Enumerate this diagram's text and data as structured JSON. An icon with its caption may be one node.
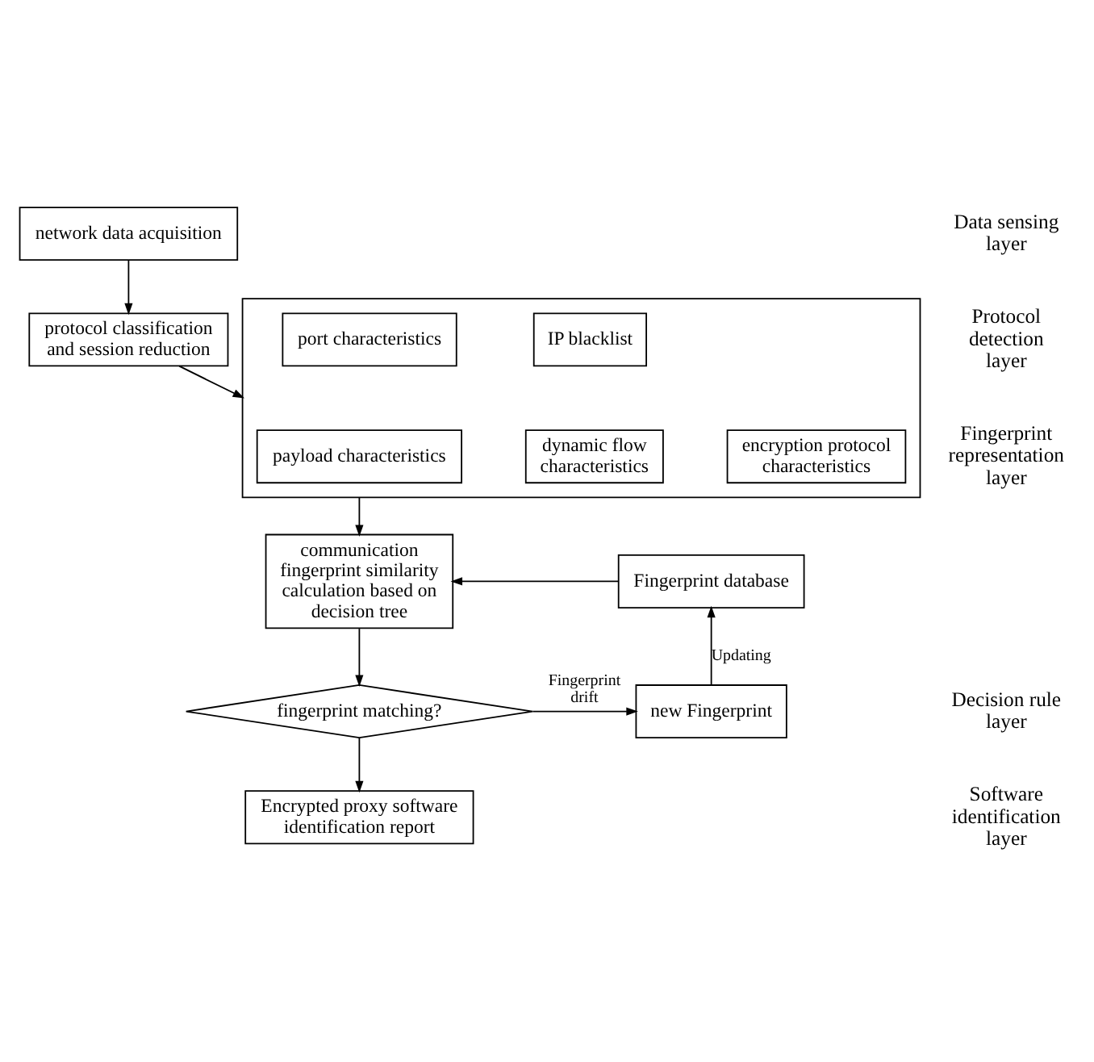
{
  "diagram": {
    "nodes": [
      {
        "text": [
          "network data acquisition"
        ]
      },
      {
        "text": [
          "protocol classification and session reduction"
        ]
      },
      {
        "text": [],
        "shape": "box"
      },
      {
        "text": [
          "port characteristics"
        ],
        "in": 2
      },
      {
        "text": [
          "IP blacklist"
        ],
        "in": 2
      },
      {
        "text": [
          "payload characteristics"
        ],
        "in": 2
      },
      {
        "text": [
          "dynamic flow characteristics"
        ],
        "in": 2
      },
      {
        "text": [
          "encryption protocol characteristics"
        ],
        "in": 2
      },
      {
        "text": [
          "communication fingerprint similarity calculation based on decision tree"
        ]
      },
      {
        "text": [
          "Fingerprint database"
        ]
      },
      {
        "text": [
          "fingerprint matching?"
        ]
      },
      {
        "text": [
          "new Fingerprint"
        ]
      },
      {
        "text": [
          "Encrypted proxy software identification report"
        ]
      }
    ],
    "edges": [
      {
        "from": 0,
        "to": 1,
        "arrow": "to"
      },
      {
        "from": 1,
        "to": 2,
        "arrow": "to"
      },
      {
        "from": 2,
        "to": 8,
        "arrow": "to"
      },
      {
        "from": 9,
        "to": 8,
        "arrow": "to"
      },
      {
        "from": 8,
        "to": 10,
        "arrow": "to"
      },
      {
        "from": 10,
        "to": 11,
        "label": "Fingerprint drift",
        "arrow": "to"
      },
      {
        "from": 11,
        "to": 9,
        "label": "Updating",
        "arrow": "to"
      },
      {
        "from": 10,
        "to": 12,
        "arrow": "to"
      }
    ],
    "labels": [
      "Data sensing layer",
      "Protocol detection layer",
      "Fingerprint representation layer",
      "Decision rule layer",
      "Software identification layer"
    ]
  }
}
